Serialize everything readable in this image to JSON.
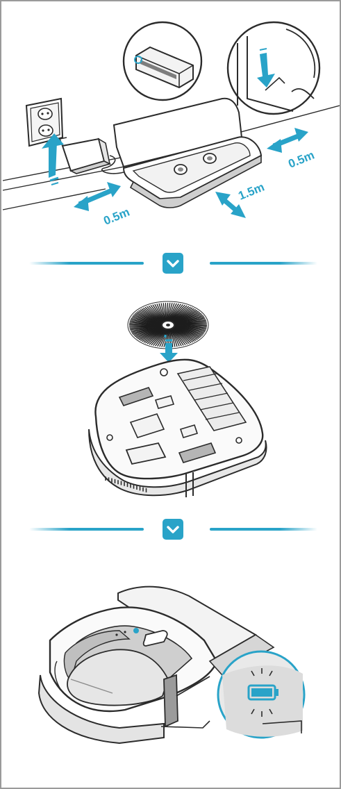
{
  "placement": {
    "distance_left": "0.5m",
    "distance_front": "1.5m",
    "distance_right": "0.5m"
  },
  "colors": {
    "accent": "#29a3c8",
    "outline": "#2b2b2b",
    "light_grey": "#d9d9d9",
    "mid_grey": "#b8b8b8",
    "battery": "#29a3c8"
  },
  "dividers": [
    {
      "icon": "chevron-down-icon"
    },
    {
      "icon": "chevron-down-icon"
    }
  ]
}
